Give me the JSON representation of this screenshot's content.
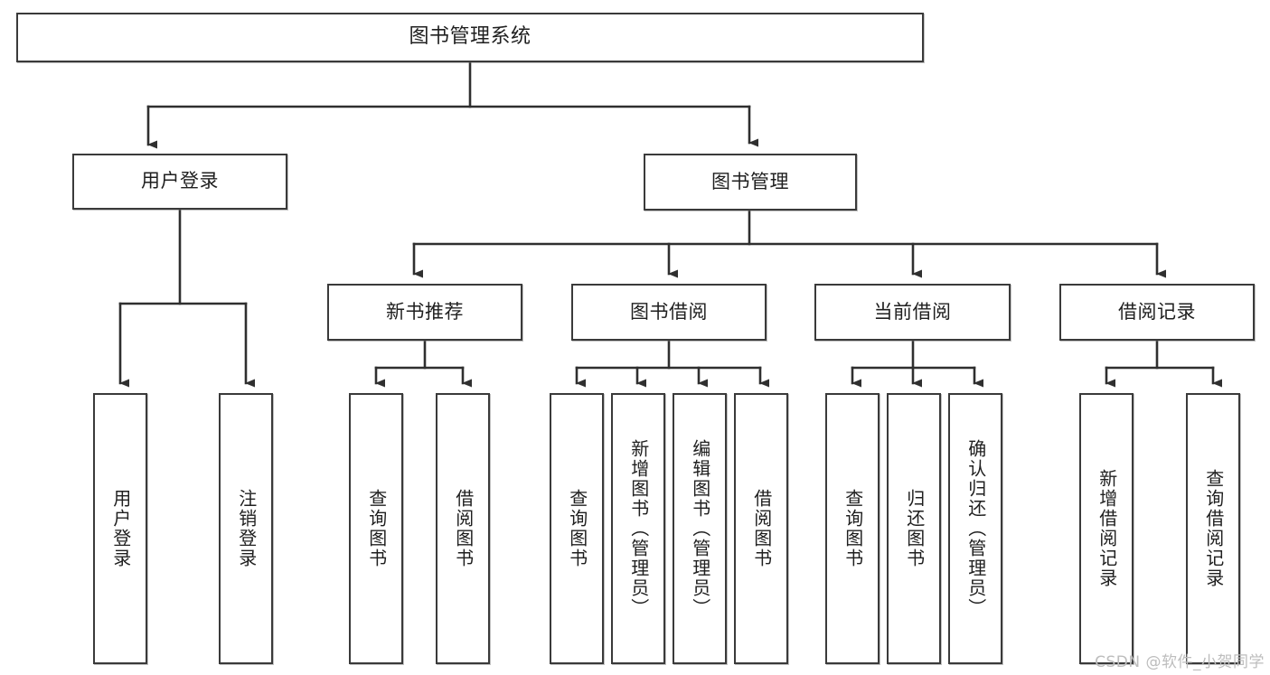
{
  "diagram": {
    "type": "tree",
    "title": "图书管理系统",
    "root": {
      "label": "图书管理系统"
    },
    "level1": [
      {
        "label": "用户登录"
      },
      {
        "label": "图书管理"
      }
    ],
    "level2": [
      {
        "label": "新书推荐"
      },
      {
        "label": "图书借阅"
      },
      {
        "label": "当前借阅"
      },
      {
        "label": "借阅记录"
      }
    ],
    "leaves": {
      "user_login": [
        {
          "label": "用户登录"
        },
        {
          "label": "注销登录"
        }
      ],
      "new_book_recommend": [
        {
          "label": "查询图书"
        },
        {
          "label": "借阅图书"
        }
      ],
      "book_borrow": [
        {
          "label": "查询图书"
        },
        {
          "label": "新增图书（管理员）"
        },
        {
          "label": "编辑图书（管理员）"
        },
        {
          "label": "借阅图书"
        }
      ],
      "current_borrow": [
        {
          "label": "查询图书"
        },
        {
          "label": "归还图书"
        },
        {
          "label": "确认归还（管理员）"
        }
      ],
      "borrow_record": [
        {
          "label": "新增借阅记录"
        },
        {
          "label": "查询借阅记录"
        }
      ]
    },
    "watermark": "CSDN @软件_小贺同学",
    "colors": {
      "stroke": "#3a3a3a",
      "fill": "#ffffff",
      "text": "#1f1f1f",
      "watermark": "#bdbdbd"
    }
  }
}
